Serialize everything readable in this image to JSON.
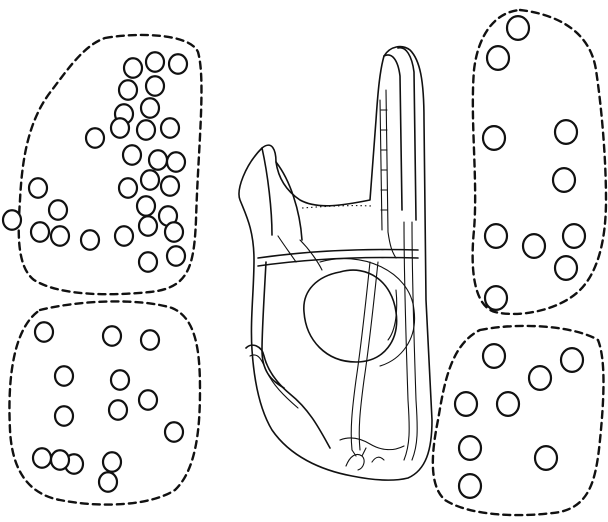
{
  "figure": {
    "ink_color": "#111111",
    "background": "#ffffff",
    "regions": [
      {
        "name": "top-left",
        "outline": "dashed",
        "circle_count": 30
      },
      {
        "name": "bottom-left",
        "outline": "dashed",
        "circle_count": 14
      },
      {
        "name": "top-right",
        "outline": "dashed",
        "circle_count": 10
      },
      {
        "name": "bottom-right",
        "outline": "dashed",
        "circle_count": 8
      }
    ],
    "central_drawing": "line-drawing-specimen"
  }
}
